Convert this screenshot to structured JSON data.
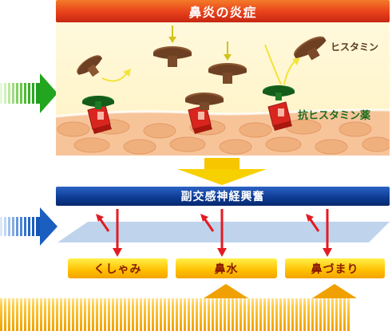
{
  "header": {
    "title": "鼻炎の炎症"
  },
  "scene": {
    "histamine_label": "ヒスタミン",
    "antihistamine_label": "抗ヒスタミン薬"
  },
  "nerve": {
    "label": "副交感神経興奮"
  },
  "symptoms": [
    {
      "label": "くしゃみ"
    },
    {
      "label": "鼻水"
    },
    {
      "label": "鼻づまり"
    }
  ],
  "colors": {
    "title_red": "#e8401a",
    "nerve_blue": "#0e3d96",
    "symptom_yellow": "#ffbf00",
    "histamine_brown": "#7a4a2a",
    "antihistamine_green": "#1d6b1d",
    "receptor_red": "#d8261f",
    "arrow_red": "#e31b23",
    "arrow_yellow": "#f7c600",
    "input_green": "#2fb52a",
    "input_blue": "#1e6fd0"
  }
}
